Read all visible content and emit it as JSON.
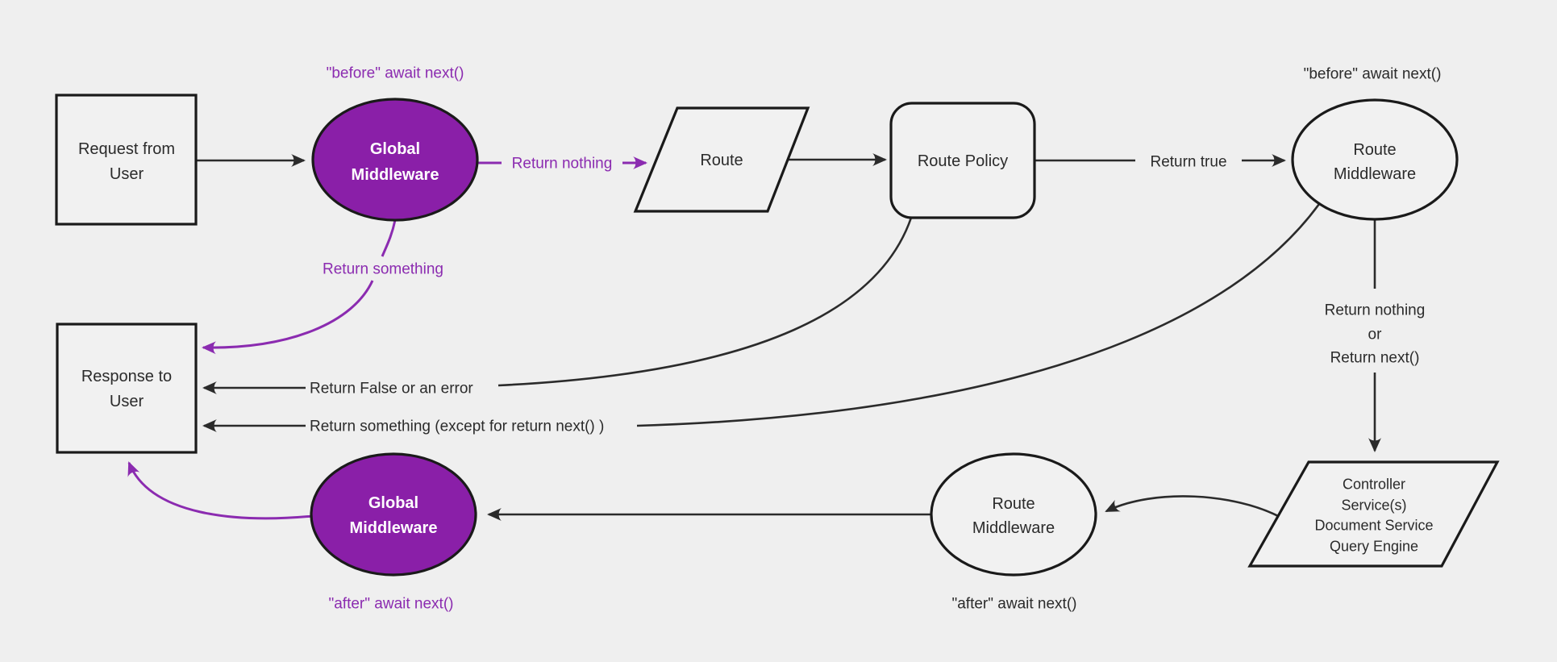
{
  "colors": {
    "bg": "#efefef",
    "node-fill": "#f1f1f1",
    "node-stroke": "#1a1a1a",
    "ink": "#2b2b2b",
    "purple": "#8a1fa8",
    "accent": "#8b2bb0"
  },
  "nodes": {
    "request": {
      "lines": [
        "Request from",
        "User"
      ]
    },
    "global_middleware_top": {
      "lines": [
        "Global",
        "Middleware"
      ]
    },
    "route": {
      "label": "Route"
    },
    "route_policy": {
      "label": "Route Policy"
    },
    "route_middleware_top": {
      "lines": [
        "Route",
        "Middleware"
      ]
    },
    "controller": {
      "lines": [
        "Controller",
        "Service(s)",
        "Document Service",
        "Query Engine"
      ]
    },
    "route_middleware_bottom": {
      "lines": [
        "Route",
        "Middleware"
      ]
    },
    "global_middleware_bottom": {
      "lines": [
        "Global",
        "Middleware"
      ]
    },
    "response": {
      "lines": [
        "Response to",
        "User"
      ]
    }
  },
  "labels": {
    "before_global": "\"before\" await next()",
    "before_route": "\"before\" await next()",
    "after_global": "\"after\" await next()",
    "after_route": "\"after\" await next()",
    "return_nothing": "Return nothing",
    "return_something": "Return something",
    "return_true": "Return true",
    "return_stack_1": "Return nothing",
    "return_stack_2": "or",
    "return_stack_3": "Return next()",
    "return_false": "Return False or an error",
    "return_something_except": "Return something (except for return next() )"
  }
}
